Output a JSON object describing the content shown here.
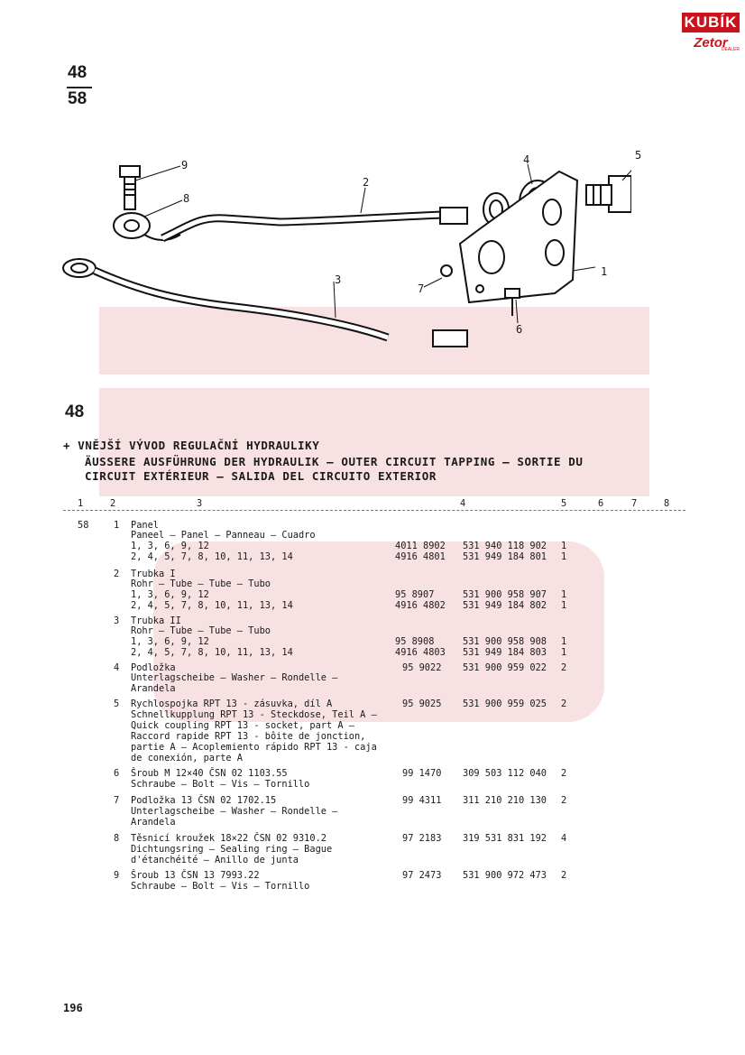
{
  "logo": {
    "brand": "KUBÍK",
    "sub": "Zetor",
    "dealer": "DEALER"
  },
  "page_ref": {
    "top": "48",
    "bottom": "58"
  },
  "section_number": "48",
  "callouts": [
    "1",
    "2",
    "3",
    "4",
    "5",
    "6",
    "7",
    "8",
    "9"
  ],
  "title": {
    "line1": "+ VNĚJŠÍ VÝVOD REGULAČNÍ HYDRAULIKY",
    "line2": "ÄUSSERE AUSFÜHRUNG DER HYDRAULIK — OUTER CIRCUIT TAPPING — SORTIE DU",
    "line3": "CIRCUIT EXTÉRIEUR — SALIDA DEL CIRCUITO EXTERIOR"
  },
  "columns": [
    "1",
    "2",
    "3",
    "4",
    "5",
    "6",
    "7",
    "8"
  ],
  "figure_ref": "58",
  "items": [
    {
      "pos": "1",
      "name": "Panel",
      "lines": [
        "Paneel — Panel — Panneau — Cuadro",
        "1, 3, 6, 9, 12",
        "2, 4, 5, 7, 8, 10, 11, 13, 14"
      ],
      "codes": [
        "",
        "4011 8902",
        "4916 4801"
      ],
      "parts": [
        "",
        "531 940 118 902",
        "531 949 184 801"
      ],
      "qty": [
        "",
        "1",
        "1"
      ]
    },
    {
      "pos": "2",
      "name": "Trubka I",
      "lines": [
        "Rohr — Tube — Tube — Tubo",
        "1, 3, 6, 9, 12",
        "2, 4, 5, 7, 8, 10, 11, 13, 14"
      ],
      "codes": [
        "",
        "95 8907",
        "4916 4802"
      ],
      "parts": [
        "",
        "531 900 958 907",
        "531 949 184 802"
      ],
      "qty": [
        "",
        "1",
        "1"
      ]
    },
    {
      "pos": "3",
      "name": "Trubka II",
      "lines": [
        "Rohr — Tube — Tube — Tubo",
        "1, 3, 6, 9, 12",
        "2, 4, 5, 7, 8, 10, 11, 13, 14"
      ],
      "codes": [
        "",
        "95 8908",
        "4916 4803"
      ],
      "parts": [
        "",
        "531 900 958 908",
        "531 949 184 803"
      ],
      "qty": [
        "",
        "1",
        "1"
      ]
    },
    {
      "pos": "4",
      "name": "Podložka",
      "lines": [
        "Unterlagscheibe — Washer — Rondelle —",
        "Arandela"
      ],
      "codes": [
        "95 9022"
      ],
      "parts": [
        "531 900 959 022"
      ],
      "qty": [
        "2"
      ]
    },
    {
      "pos": "5",
      "name": "Rychlospojka RPT 13 - zásuvka, díl A",
      "lines": [
        "Schnellkupplung RPT 13 - Steckdose, Teil A —",
        "Quick coupling RPT 13 - socket, part A —",
        "Raccord rapide RPT 13 - bôite de jonction,",
        "partie A — Acoplemiento rápido RPT 13 - caja",
        "de conexión, parte A"
      ],
      "codes": [
        "95 9025"
      ],
      "parts": [
        "531 900 959 025"
      ],
      "qty": [
        "2"
      ]
    },
    {
      "pos": "6",
      "name": "Šroub M 12×40 ČSN 02 1103.55",
      "lines": [
        "Schraube — Bolt — Vis — Tornillo"
      ],
      "codes": [
        "99 1470"
      ],
      "parts": [
        "309 503 112 040"
      ],
      "qty": [
        "2"
      ]
    },
    {
      "pos": "7",
      "name": "Podložka 13 ČSN 02 1702.15",
      "lines": [
        "Unterlagscheibe — Washer — Rondelle —",
        "Arandela"
      ],
      "codes": [
        "99 4311"
      ],
      "parts": [
        "311 210 210 130"
      ],
      "qty": [
        "2"
      ]
    },
    {
      "pos": "8",
      "name": "Těsnicí kroužek 18×22 ČSN 02 9310.2",
      "lines": [
        "Dichtungsring — Sealing ring — Bague",
        "d'étanchéité — Anillo de junta"
      ],
      "codes": [
        "97 2183"
      ],
      "parts": [
        "319 531 831 192"
      ],
      "qty": [
        "4"
      ]
    },
    {
      "pos": "9",
      "name": "Šroub 13 ČSN 13 7993.22",
      "lines": [
        "Schraube — Bolt — Vis — Tornillo"
      ],
      "codes": [
        "97 2473"
      ],
      "parts": [
        "531 900 972 473"
      ],
      "qty": [
        "2"
      ]
    }
  ],
  "page_number": "196"
}
